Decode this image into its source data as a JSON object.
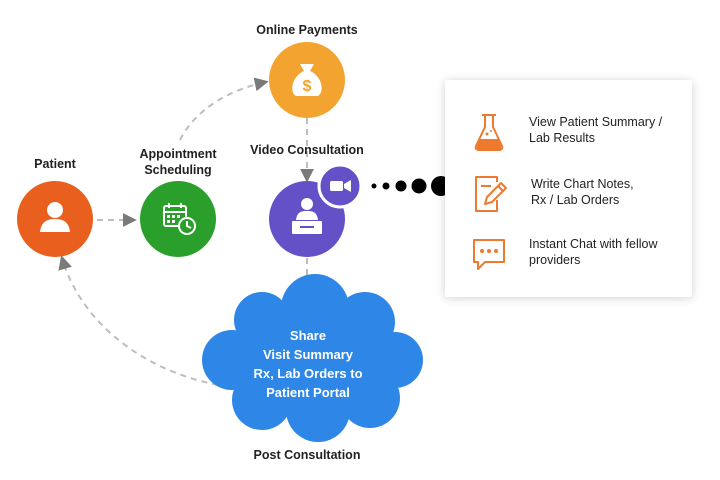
{
  "nodes": {
    "patient": {
      "label": "Patient",
      "color": "#e95f1d"
    },
    "appointment": {
      "label_line1": "Appointment",
      "label_line2": "Scheduling",
      "color": "#2b9f2b"
    },
    "payments": {
      "label": "Online Payments",
      "color": "#f3a330"
    },
    "video": {
      "label": "Video Consultation",
      "color": "#6451c7"
    },
    "post": {
      "label": "Post Consultation",
      "color": "#2e86e6"
    }
  },
  "cloud": {
    "lines": [
      "Share",
      "Visit Summary",
      "Rx, Lab Orders to",
      "Patient Portal"
    ]
  },
  "features": [
    {
      "icon": "flask-icon",
      "line1": "View Patient Summary /",
      "line2": "Lab Results"
    },
    {
      "icon": "pencil-note-icon",
      "line1": "Write Chart Notes,",
      "line2": "Rx / Lab Orders"
    },
    {
      "icon": "chat-bubble-icon",
      "line1": "Instant Chat with fellow",
      "line2": "providers"
    }
  ],
  "colors": {
    "accent": "#ee7a2f",
    "arrow": "#bdbdbd",
    "arrow_head": "#7a7a7a"
  }
}
